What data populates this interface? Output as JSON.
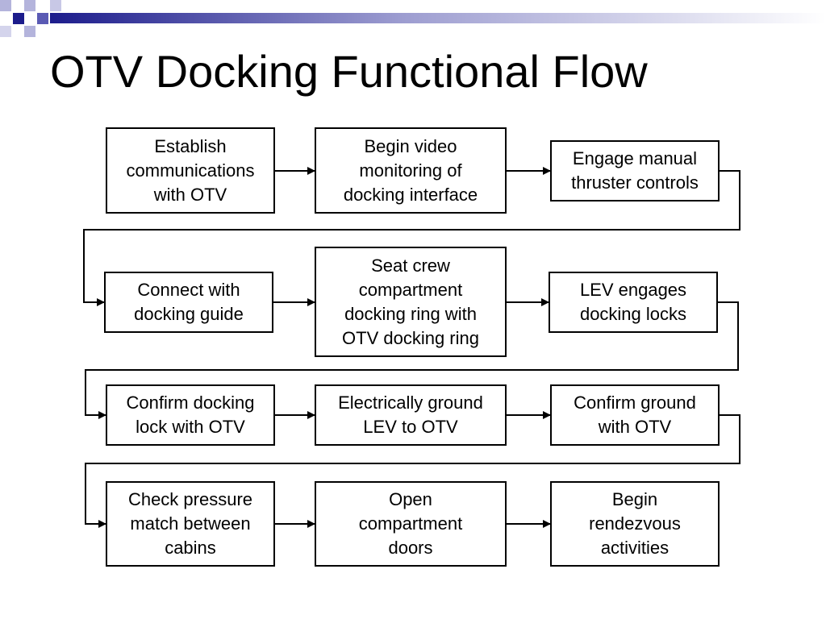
{
  "title": "OTV Docking Functional Flow",
  "colors": {
    "accent_dark": "#1c1c8c",
    "accent_mid": "#5a5ab4",
    "accent_light": "#b4b4dc",
    "box_border": "#000000",
    "arrow": "#000000"
  },
  "steps": [
    {
      "id": "s1",
      "label": "Establish\ncommunications\nwith OTV"
    },
    {
      "id": "s2",
      "label": "Begin video\nmonitoring of\ndocking interface"
    },
    {
      "id": "s3",
      "label": "Engage manual\nthruster controls"
    },
    {
      "id": "s4",
      "label": "Connect with\ndocking guide"
    },
    {
      "id": "s5",
      "label": "Seat crew\ncompartment\ndocking ring with\nOTV docking ring"
    },
    {
      "id": "s6",
      "label": "LEV engages\ndocking locks"
    },
    {
      "id": "s7",
      "label": "Confirm docking\nlock with OTV"
    },
    {
      "id": "s8",
      "label": "Electrically ground\nLEV to OTV"
    },
    {
      "id": "s9",
      "label": "Confirm ground\nwith OTV"
    },
    {
      "id": "s10",
      "label": "Check pressure\nmatch between\ncabins"
    },
    {
      "id": "s11",
      "label": "Open\ncompartment\ndoors"
    },
    {
      "id": "s12",
      "label": "Begin\nrendezvous\nactivities"
    }
  ]
}
